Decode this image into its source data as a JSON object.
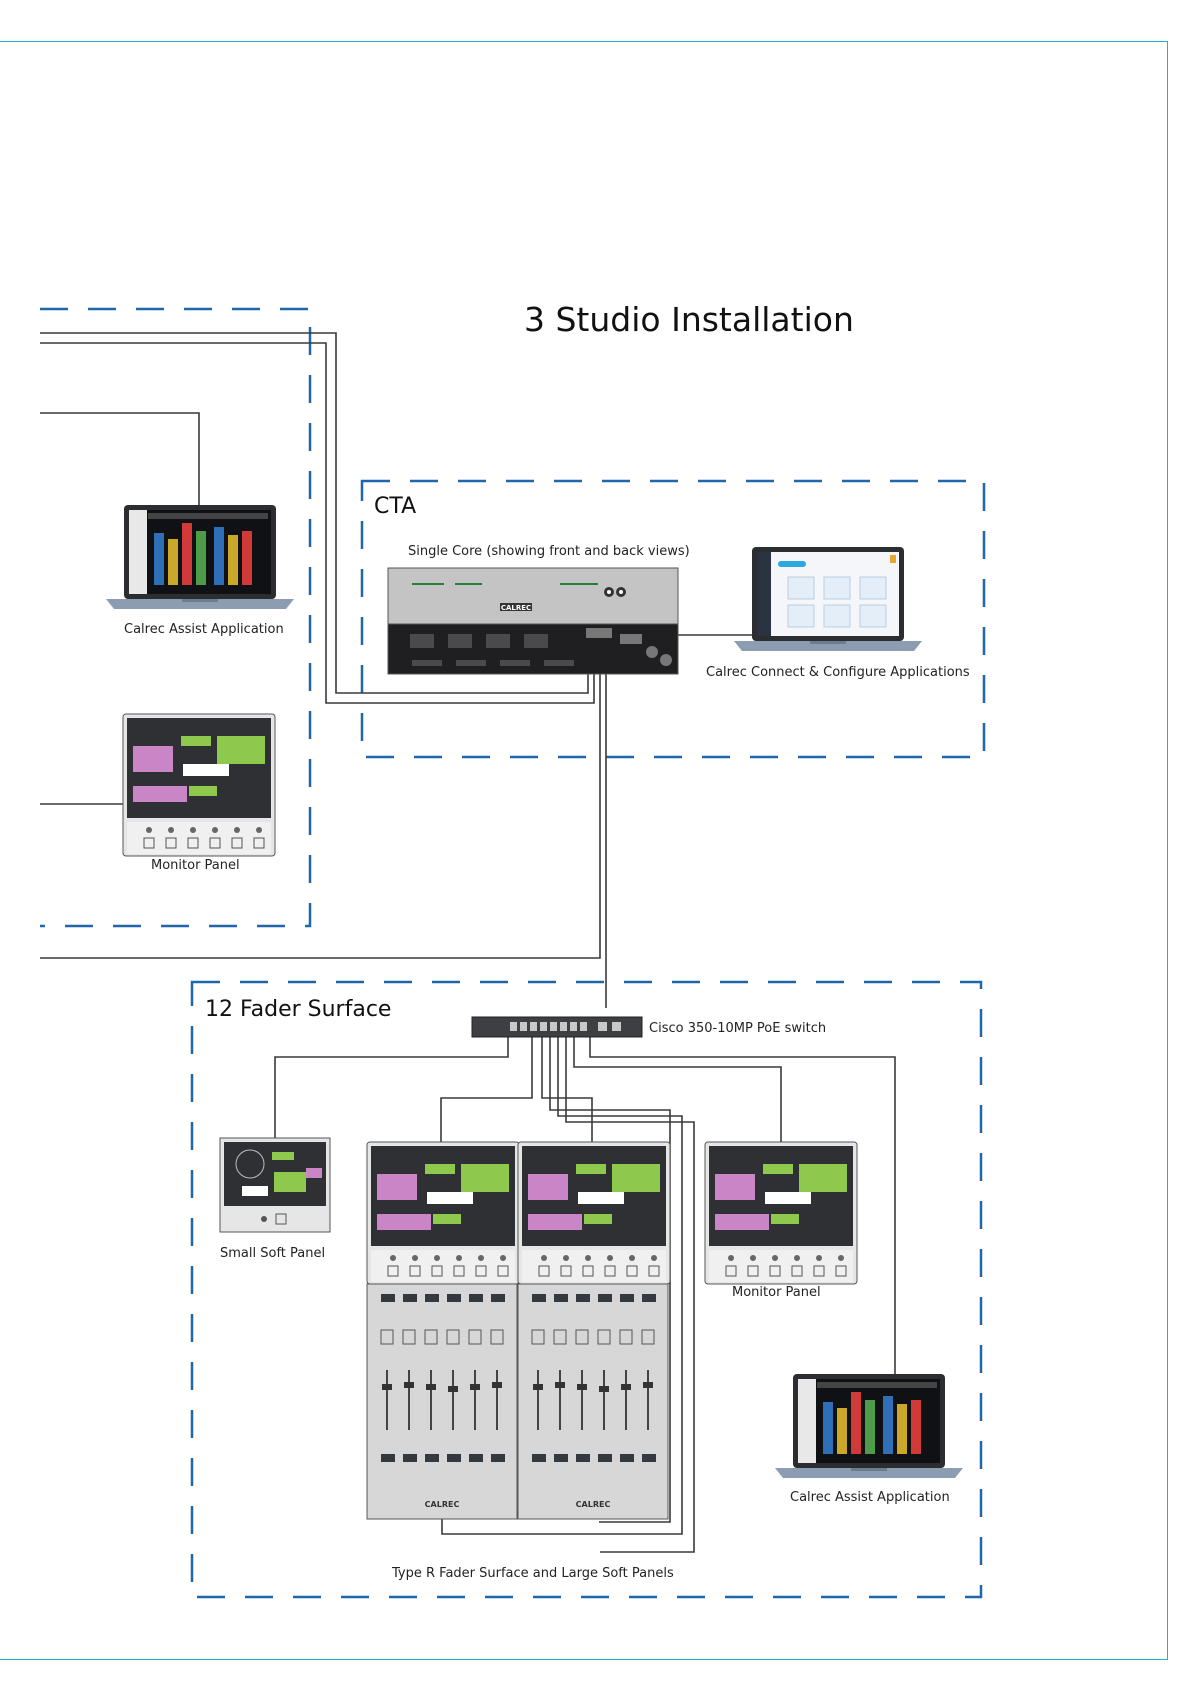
{
  "title": "3 Studio Installation",
  "colors": {
    "frame": "#1fb3c8",
    "dash": "#1f67ad",
    "wire": "#3a3a3a"
  },
  "groups": {
    "cta": {
      "label": "CTA",
      "core_label": "Single Core (showing front and back views)",
      "core_brand": "CALREC",
      "connect_label": "Calrec Connect & Configure Applications"
    },
    "studio_left": {
      "assist_label": "Calrec Assist Application",
      "monitor_label": "Monitor Panel"
    },
    "surface": {
      "label": "12 Fader Surface",
      "switch_label": "Cisco 350-10MP PoE switch",
      "small_panel_label": "Small Soft Panel",
      "monitor_label": "Monitor Panel",
      "assist_label": "Calrec Assist Application",
      "fader_label": "Type R Fader Surface and Large Soft Panels",
      "fader_brand": "CALREC"
    }
  }
}
